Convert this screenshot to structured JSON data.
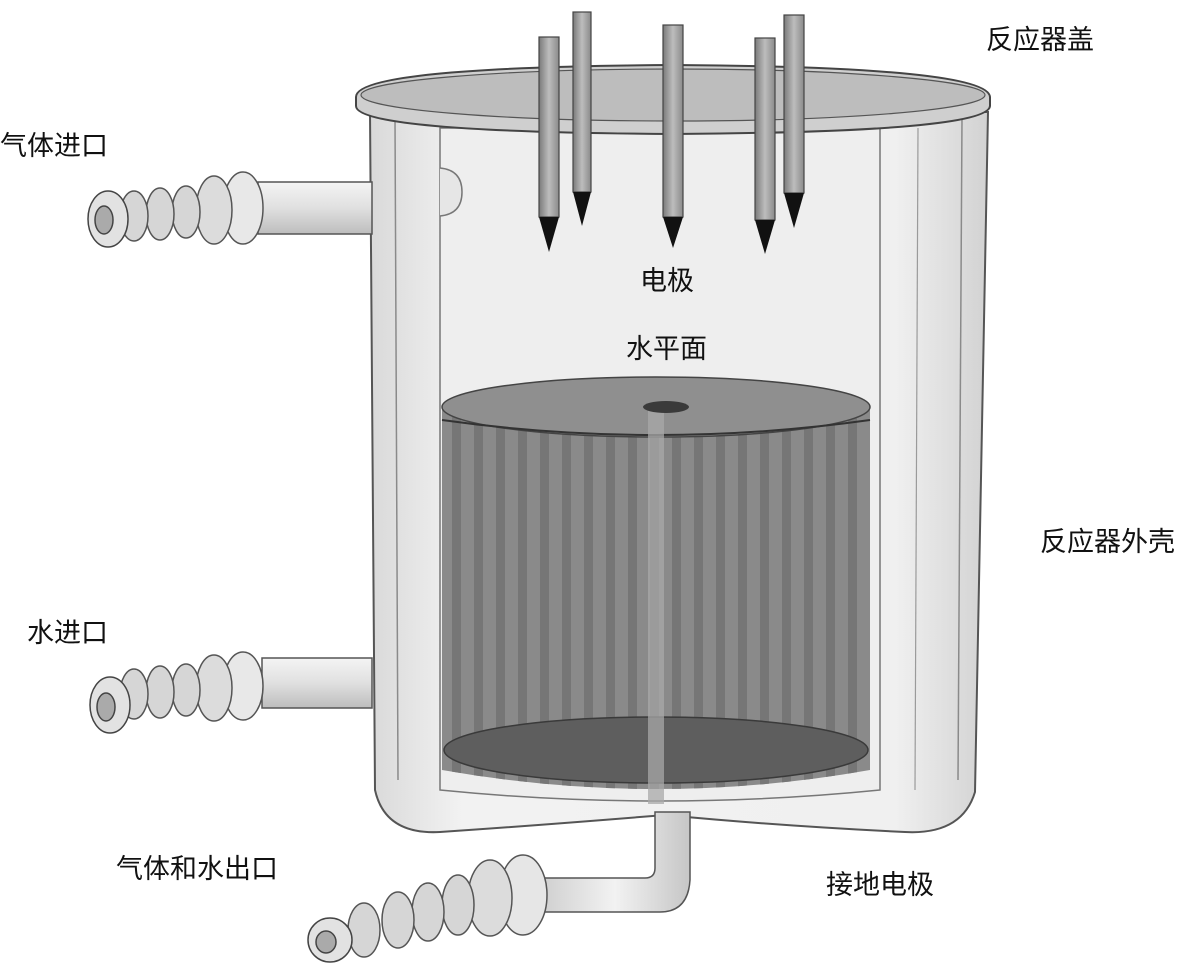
{
  "labels": {
    "lid": "反应器盖",
    "gas_inlet": "气体进口",
    "electrode": "电极",
    "water_level": "水平面",
    "shell": "反应器外壳",
    "water_inlet": "水进口",
    "gas_water_outlet": "气体和水出口",
    "ground_electrode": "接地电极"
  },
  "colors": {
    "background": "#ffffff",
    "shell": "#ececec",
    "shell_stroke": "#555555",
    "water": "#8a8a8a",
    "water_stripe": "#767676",
    "water_bottom": "#5e5e5e",
    "lid": "#cfcfcf",
    "electrode": "#9a9a9a",
    "electrode_tip": "#111111",
    "pipe": "#e2e2e2",
    "label": "#111111"
  }
}
